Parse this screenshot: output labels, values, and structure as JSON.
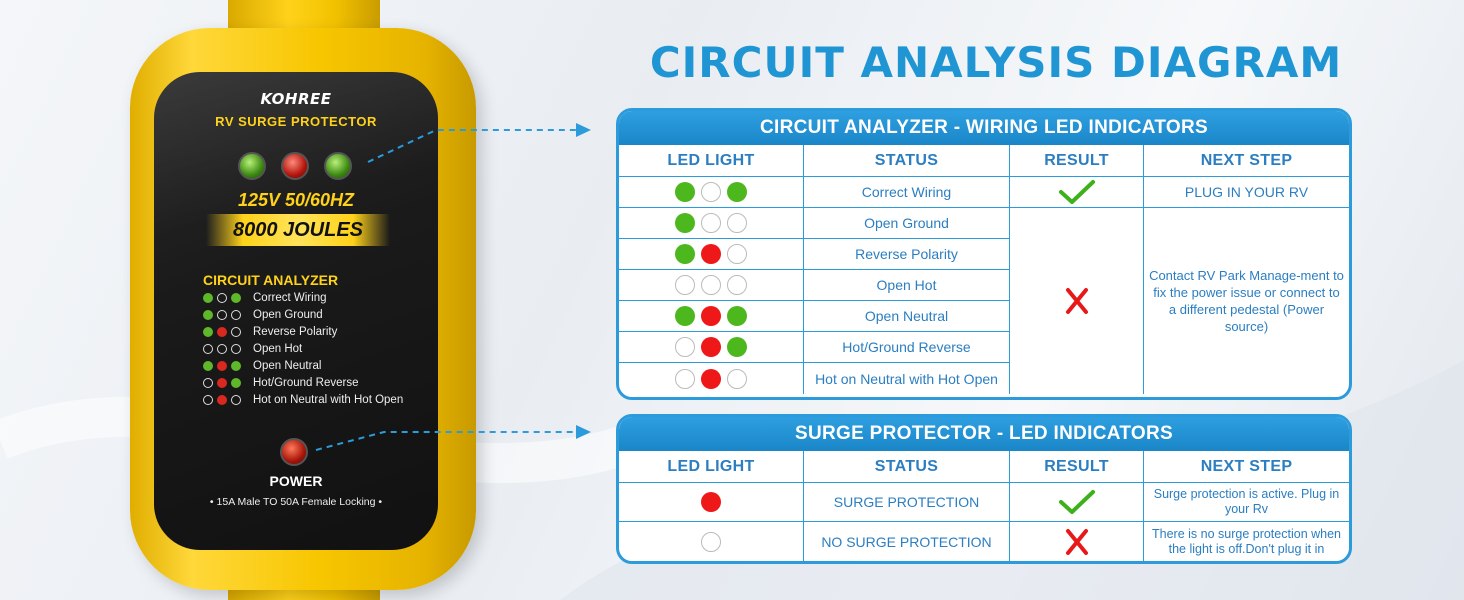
{
  "title": "CIRCUIT ANALYSIS DIAGRAM",
  "device": {
    "brand": "KOHREE",
    "product": "RV SURGE PROTECTOR",
    "voltage": "125V 50/60HZ",
    "joules": "8000 JOULES",
    "analyzer_title": "CIRCUIT ANALYZER",
    "analyzer_rows": [
      {
        "label": "Correct Wiring",
        "leds": [
          "g",
          "o",
          "g"
        ]
      },
      {
        "label": "Open Ground",
        "leds": [
          "g",
          "o",
          "o"
        ]
      },
      {
        "label": "Reverse Polarity",
        "leds": [
          "g",
          "r",
          "o"
        ]
      },
      {
        "label": "Open Hot",
        "leds": [
          "o",
          "o",
          "o"
        ]
      },
      {
        "label": "Open Neutral",
        "leds": [
          "g",
          "r",
          "g"
        ]
      },
      {
        "label": "Hot/Ground Reverse",
        "leds": [
          "o",
          "r",
          "g"
        ]
      },
      {
        "label": "Hot on Neutral with Hot Open",
        "leds": [
          "o",
          "r",
          "o"
        ]
      }
    ],
    "power_label": "POWER",
    "plug_note": "15A Male TO 50A Female Locking"
  },
  "wiring_table": {
    "title": "CIRCUIT ANALYZER - WIRING LED INDICATORS",
    "headers": [
      "LED LIGHT",
      "STATUS",
      "RESULT",
      "NEXT STEP"
    ],
    "rows": [
      {
        "leds": [
          "g",
          "o",
          "g"
        ],
        "status": "Correct Wiring",
        "result": "check"
      },
      {
        "leds": [
          "g",
          "o",
          "o"
        ],
        "status": "Open Ground"
      },
      {
        "leds": [
          "g",
          "r",
          "o"
        ],
        "status": "Reverse Polarity"
      },
      {
        "leds": [
          "o",
          "o",
          "o"
        ],
        "status": "Open Hot"
      },
      {
        "leds": [
          "g",
          "r",
          "g"
        ],
        "status": "Open Neutral"
      },
      {
        "leds": [
          "o",
          "r",
          "g"
        ],
        "status": "Hot/Ground Reverse"
      },
      {
        "leds": [
          "o",
          "r",
          "o"
        ],
        "status": "Hot on Neutral with Hot Open"
      }
    ],
    "next_step_ok": "PLUG IN YOUR RV",
    "next_step_fault": "Contact RV Park Manage-ment to fix the power issue or connect to a different pedestal (Power source)",
    "fault_result": "cross"
  },
  "surge_table": {
    "title": "SURGE PROTECTOR - LED INDICATORS",
    "headers": [
      "LED LIGHT",
      "STATUS",
      "RESULT",
      "NEXT STEP"
    ],
    "rows": [
      {
        "led": "r",
        "status": "SURGE PROTECTION",
        "result": "check",
        "next_step": "Surge protection is active. Plug in your Rv"
      },
      {
        "led": "o",
        "status": "NO SURGE PROTECTION",
        "result": "cross",
        "next_step": "There is no surge protection when the light is off.Don't plug it in"
      }
    ]
  },
  "colors": {
    "accent_blue": "#1f95d3",
    "led_green": "#4cb81e",
    "led_red": "#ee1818",
    "device_yellow": "#ffd21a"
  }
}
